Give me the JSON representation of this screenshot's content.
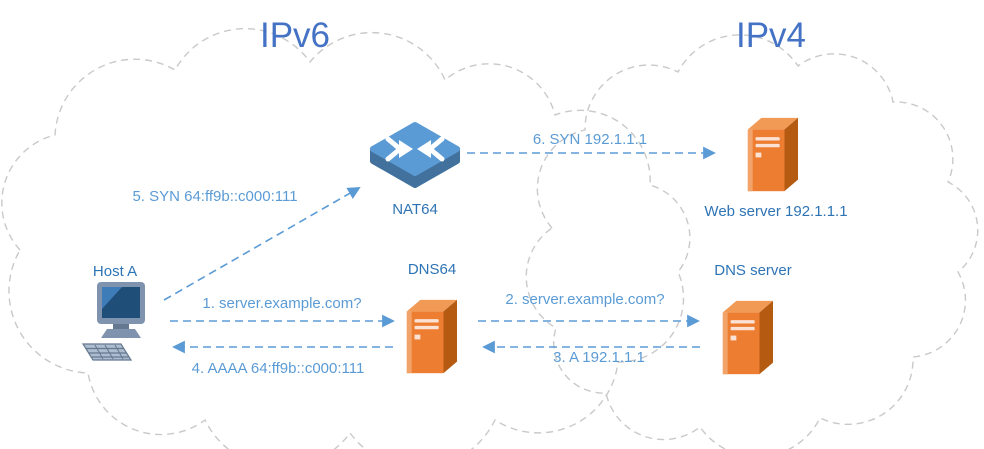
{
  "titles": {
    "ipv6": "IPv6",
    "ipv4": "IPv4"
  },
  "nodes": {
    "host": {
      "label": "Host A"
    },
    "nat64": {
      "label": "NAT64"
    },
    "dns64": {
      "label": "DNS64"
    },
    "web_server": {
      "label": "Web server 192.1.1.1"
    },
    "dns_server": {
      "label": "DNS server"
    }
  },
  "messages": {
    "m1": {
      "label": "1. server.example.com?"
    },
    "m2": {
      "label": "2. server.example.com?"
    },
    "m3": {
      "label": "3. A 192.1.1.1"
    },
    "m4": {
      "label": "4. AAAA 64:ff9b::c000:111"
    },
    "m5": {
      "label": "5. SYN 64:ff9b::c000:111"
    },
    "m6": {
      "label": "6. SYN 192.1.1.1"
    }
  },
  "icons": {
    "host": "desktop-computer-icon",
    "nat64": "router-icon",
    "dns64": "server-icon",
    "web_server": "server-icon",
    "dns_server": "server-icon"
  },
  "colors": {
    "title_text": "#4472C4",
    "node_label_text": "#2E74B5",
    "message_text": "#5B9BD5",
    "arrow": "#5B9BD5",
    "cloud_outline": "#C9C9C9",
    "router_fill": "#5B9BD5",
    "router_shadow": "#41719C",
    "server_front": "#ED7D31",
    "server_side": "#B55A11",
    "server_top": "#F09A56"
  }
}
